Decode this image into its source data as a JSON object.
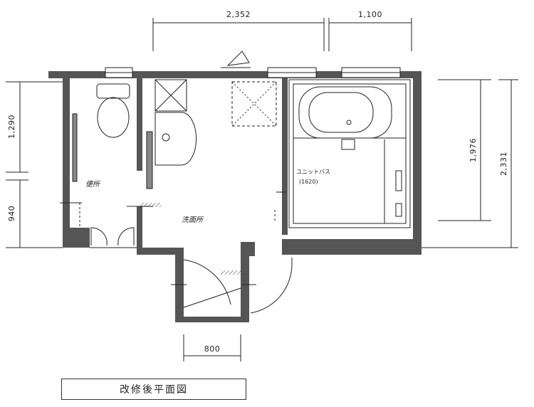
{
  "dimensions": {
    "top_width": "2,352",
    "top_width_right": "1,100",
    "left_upper": "1,290",
    "left_lower": "940",
    "right_inner": "1,976",
    "right_outer": "2,331",
    "door_width": "800"
  },
  "rooms": {
    "toilet": "便所",
    "washroom": "洗面所",
    "unit_bath": "ユニットバス",
    "unit_bath_size": "(1620)"
  },
  "caption": "改修後平面図",
  "colors": {
    "wall": "#555555",
    "line": "#222222"
  }
}
